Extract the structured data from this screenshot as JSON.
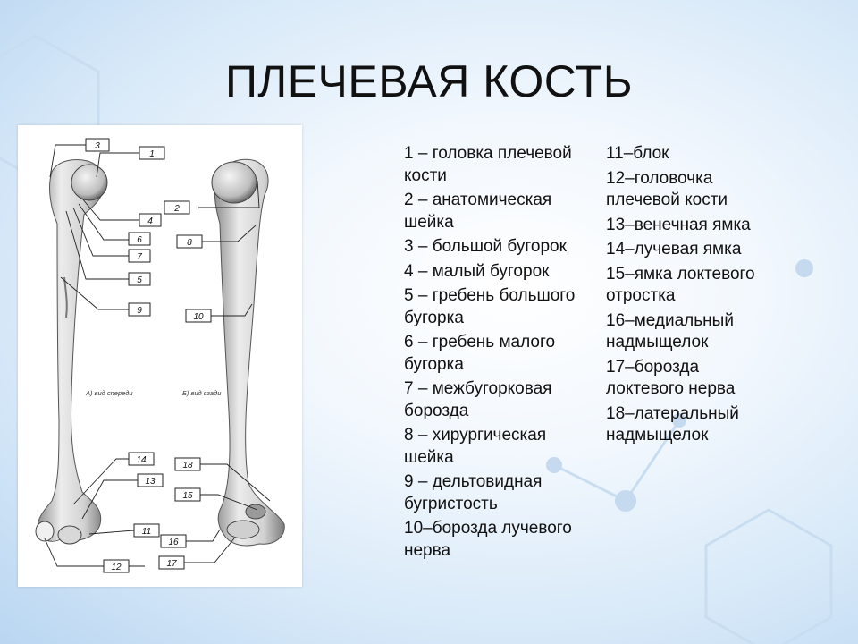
{
  "title": "ПЛЕЧЕВАЯ КОСТЬ",
  "figure": {
    "view_front": "А) вид спереди",
    "view_back": "Б) вид сзади",
    "callouts": [
      "1",
      "2",
      "3",
      "4",
      "5",
      "6",
      "7",
      "8",
      "9",
      "10",
      "11",
      "12",
      "13",
      "14",
      "15",
      "16",
      "17",
      "18"
    ]
  },
  "legend": {
    "column1": [
      "1 – головка плечевой\nкости",
      "2  – анатомическая\nшейка",
      "3 – большой бугорок",
      "4 – малый бугорок",
      "5 – гребень большого\nбугорка",
      "6 – гребень малого\nбугорка",
      "7 – межбугорковая\nборозда",
      "8 – хирургическая\nшейка",
      "9 – дельтовидная\nбугристость",
      "10–борозда лучевого\nнерва"
    ],
    "column2": [
      "11–блок",
      "12–головочка\nплечевой кости",
      "13–венечная ямка",
      "14–лучевая ямка",
      "15–ямка локтевого\nотростка",
      "16–медиальный\nнадмыщелок",
      "17–борозда\nлоктевого нерва",
      "18–латеральный\nнадмыщелок"
    ]
  },
  "colors": {
    "bone_light": "#e6e6e6",
    "bone_dark": "#8a8a8a",
    "text": "#111111"
  }
}
